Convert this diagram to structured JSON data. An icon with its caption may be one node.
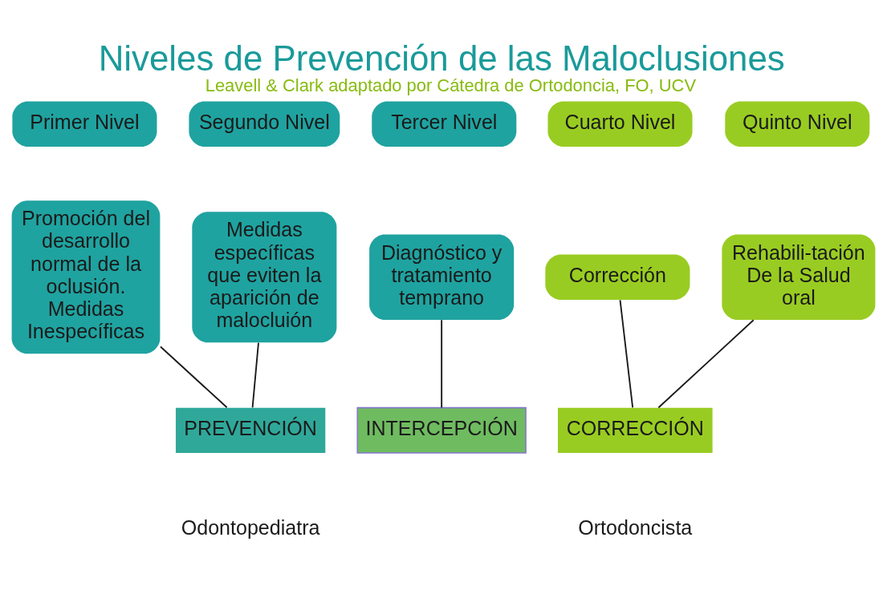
{
  "diagram": {
    "title": "Niveles de Prevención de las Maloclusiones",
    "caption": "Leavell & Clark adaptado por Cátedra de Ortodoncia, FO, UCV",
    "nodes": [
      {
        "text": [
          "Primer Nivel"
        ]
      },
      {
        "text": [
          "Segundo Nivel"
        ]
      },
      {
        "text": [
          "Tercer Nivel"
        ]
      },
      {
        "text": [
          "Cuarto Nivel"
        ]
      },
      {
        "text": [
          "Quinto Nivel"
        ]
      },
      {
        "text": [
          "Promoción del desarrollo normal de la oclusión. Medidas Inespecíficas"
        ]
      },
      {
        "text": [
          "Medidas específicas que eviten la aparición de malocluión"
        ]
      },
      {
        "text": [
          "Diagnóstico y tratamiento temprano"
        ]
      },
      {
        "text": [
          "Corrección"
        ]
      },
      {
        "text": [
          "Rehabili-tación De la Salud oral"
        ]
      },
      {
        "text": [
          "PREVENCIÓN"
        ]
      },
      {
        "text": [
          "INTERCEPCIÓN"
        ]
      },
      {
        "text": [
          "CORRECCIÓN"
        ]
      }
    ],
    "edges": [
      {
        "from": 5,
        "to": 10,
        "arrow": "none"
      },
      {
        "from": 6,
        "to": 10,
        "arrow": "none"
      },
      {
        "from": 7,
        "to": 11,
        "arrow": "none"
      },
      {
        "from": 8,
        "to": 12,
        "arrow": "none"
      },
      {
        "from": 9,
        "to": 12,
        "arrow": "none"
      }
    ],
    "labels": [
      "Odontopediatra",
      "Ortodoncista"
    ]
  }
}
